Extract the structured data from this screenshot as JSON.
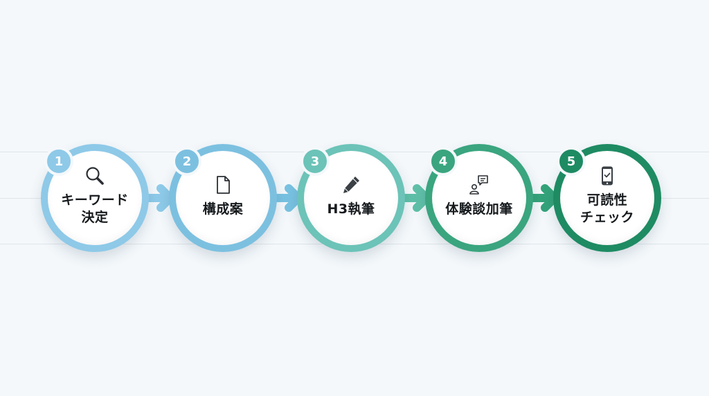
{
  "diagram": {
    "type": "process-flow",
    "direction": "left-to-right",
    "steps": [
      {
        "number": "1",
        "label": "キーワード\n決定",
        "icon": "search-icon",
        "color": "#8ec9e8"
      },
      {
        "number": "2",
        "label": "構成案",
        "icon": "document-icon",
        "color": "#7cc0e0"
      },
      {
        "number": "3",
        "label": "H3執筆",
        "icon": "pencil-icon",
        "color": "#6cc3b8"
      },
      {
        "number": "4",
        "label": "体験談加筆",
        "icon": "person-speech-icon",
        "color": "#3aa57f"
      },
      {
        "number": "5",
        "label": "可読性\nチェック",
        "icon": "smartphone-check-icon",
        "color": "#1e8b63"
      }
    ],
    "arrows": [
      {
        "from": "1",
        "to": "2",
        "color": "#8ecbea"
      },
      {
        "from": "2",
        "to": "3",
        "color": "#79c2e2"
      },
      {
        "from": "3",
        "to": "4",
        "color": "#5fc0a8"
      },
      {
        "from": "4",
        "to": "5",
        "color": "#34a37a"
      }
    ],
    "background": "#f4f8fb",
    "guide_line_color": "#dfe5ea"
  }
}
